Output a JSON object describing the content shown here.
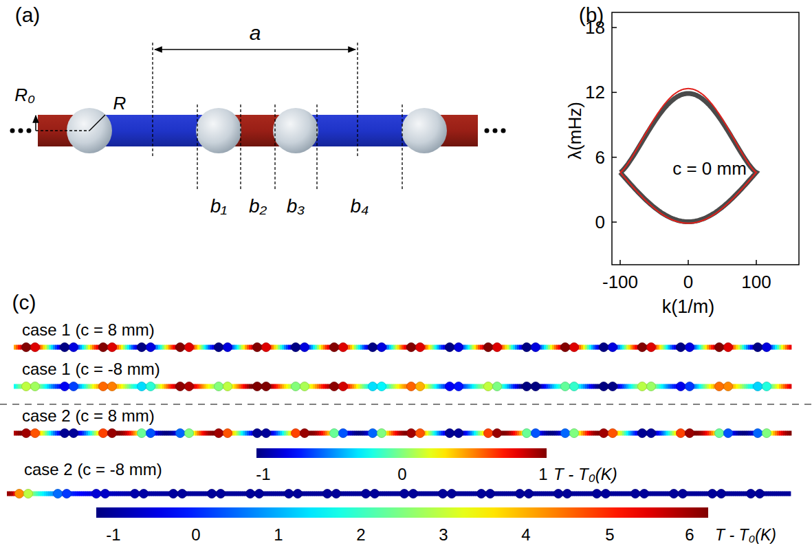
{
  "diagram": {
    "labels": [
      "(a)",
      "R₀",
      "R",
      "a",
      "b₁",
      "b₂",
      "b₃",
      "b₄",
      "(b)",
      "18",
      "12",
      "6",
      "0",
      "λ(mHz)",
      "c = 0 mm",
      "-100",
      "0",
      "100",
      "k(1/m)",
      "(c)",
      "case 1 (c = 8 mm)",
      "case 1 (c = -8 mm)",
      "case 2 (c = 8 mm)",
      "-1",
      "0",
      "1",
      "T - T₀(K)",
      "case 2 (c = -8 mm)",
      "-1",
      "0",
      "1",
      "2",
      "3",
      "4",
      "5",
      "6",
      "T - T₀(K)"
    ]
  }
}
